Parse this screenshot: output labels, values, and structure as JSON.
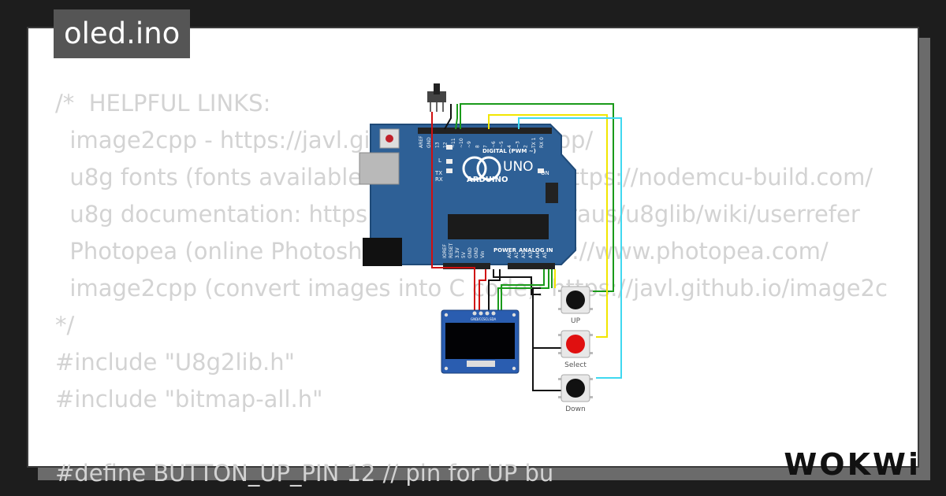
{
  "filename": "oled.ino",
  "code_lines": [
    "/*  HELPFUL LINKS:",
    "  image2cpp - https://javl.github.io/image2cpp/",
    "  u8g fonts (fonts available for u8g library): https://nodemcu-build.com/",
    "  u8g documentation: https://github.com/olikraus/u8glib/wiki/userrefer",
    "  Photopea (online Photoshop-like tool): https://www.photopea.com/",
    "  image2cpp (convert images into C code): https://javl.github.io/image2c",
    "*/",
    "#include \"U8g2lib.h\"",
    "#include \"bitmap-all.h\"",
    "",
    "#define BUTTON_UP_PIN 12 // pin for UP bu"
  ],
  "board": {
    "brand": "ARDUINO",
    "model": "UNO",
    "digital_label": "DIGITAL (PWM ~)",
    "power_label": "POWER",
    "analog_label": "ANALOG IN",
    "on_label": "ON",
    "tx_label": "TX",
    "rx_label": "RX",
    "l_label": "L",
    "top_pins": [
      "AREF",
      "GND",
      "13",
      "12",
      "~11",
      "~10",
      "~9",
      "8",
      "7",
      "~6",
      "~5",
      "4",
      "~3",
      "2",
      "TX 1",
      "RX 0"
    ],
    "bottom_pins": [
      "IOREF",
      "RESET",
      "3.3V",
      "5V",
      "GND",
      "GND",
      "Vin",
      "A0",
      "A1",
      "A2",
      "A3",
      "A4",
      "A5"
    ]
  },
  "oled": {
    "pin_labels": [
      "GND",
      "VCC",
      "SCL",
      "SDA"
    ]
  },
  "buttons": [
    {
      "label": "UP",
      "color": "#111111"
    },
    {
      "label": "Select",
      "color": "#e01010"
    },
    {
      "label": "Down",
      "color": "#111111"
    }
  ],
  "logo": "WOKWi",
  "colors": {
    "board": "#2e6096",
    "wire_green": "#1a9a1a",
    "wire_yellow": "#f2e600",
    "wire_cyan": "#3fd8f0",
    "wire_red": "#d01010",
    "wire_black": "#111111",
    "code_text": "#d3d3d3"
  }
}
